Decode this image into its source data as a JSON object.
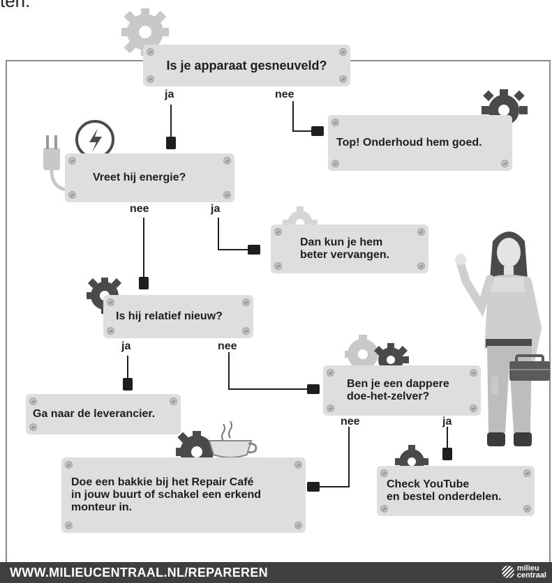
{
  "header": {
    "fragment_text": "ten."
  },
  "nodes": {
    "q1": "Is je apparaat gesneuveld?",
    "r1": "Top! Onderhoud hem goed.",
    "q2": "Vreet hij energie?",
    "r2": "Dan kun je hem\nbeter vervangen.",
    "q3": "Is hij relatief nieuw?",
    "r3": "Ga naar de leverancier.",
    "q4": "Ben je een dappere\ndoe-het-zelver?",
    "r4": "Doe een bakkie bij het Repair Café\nin jouw buurt of schakel een erkend\nmonteur in.",
    "r5": "Check YouTube\nen bestel onderdelen."
  },
  "labels": {
    "q1_yes": "ja",
    "q1_no": "nee",
    "q2_no": "nee",
    "q2_yes": "ja",
    "q3_yes": "ja",
    "q3_no": "nee",
    "q4_no": "nee",
    "q4_yes": "ja"
  },
  "footer": {
    "url": "WWW.MILIEUCENTRAAL.NL/REPAREREN",
    "logo_line1": "milieu",
    "logo_line2": "centraal"
  },
  "colors": {
    "box": "#dedede",
    "line": "#1e1e1e",
    "gear": "#c8c8c8",
    "gear_dark": "#4a4a4a",
    "footer": "#3f3f3f"
  }
}
